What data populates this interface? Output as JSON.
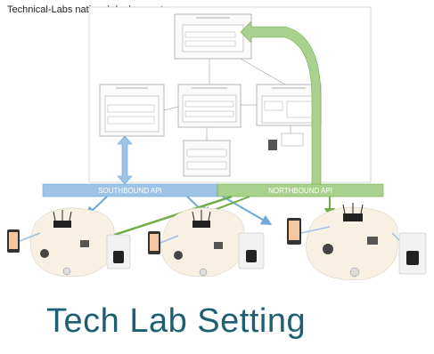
{
  "title": "Technical-Labs national deployment",
  "caption": "Tech Lab Setting",
  "southbound_api": "SOUTHBOUND API",
  "northbound_api": "NORTHBOUND API",
  "colors": {
    "southbound": "#9dc3e6",
    "northbound": "#a9d18e",
    "caption": "#1f5f73"
  }
}
